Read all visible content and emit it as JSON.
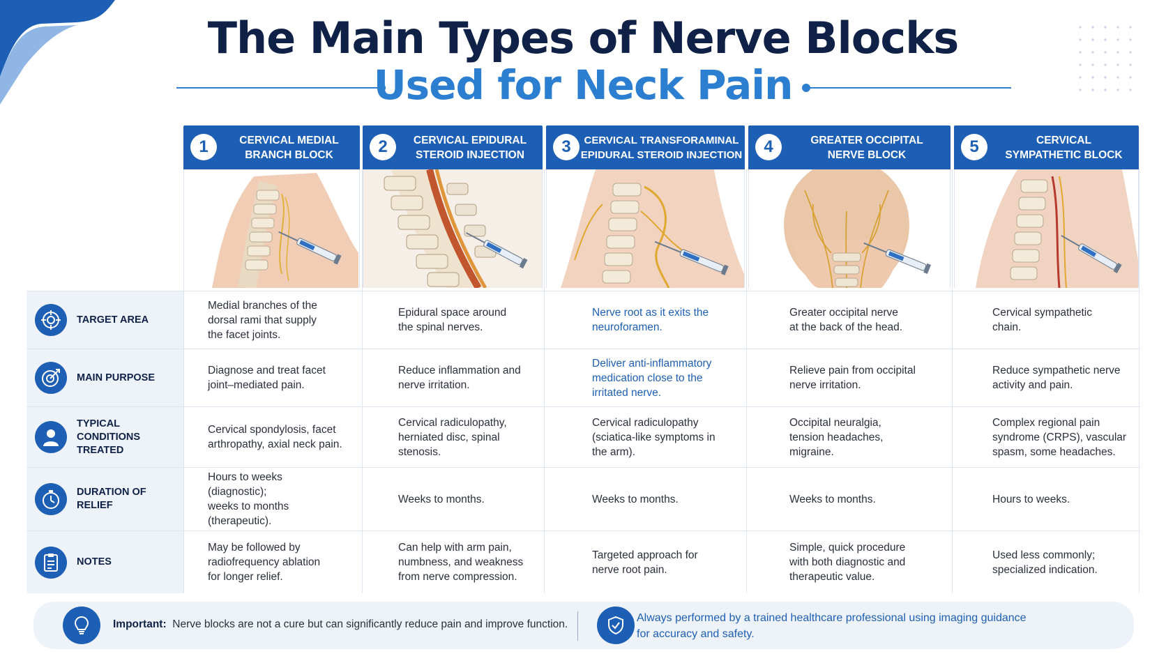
{
  "title": "The Main Types of Nerve Blocks",
  "subtitle": "Used for Neck Pain",
  "colors": {
    "primary": "#1d5fb4",
    "accent": "#2b7ed0",
    "navy": "#0f2146",
    "row_bg": "#eef3fa"
  },
  "columns": [
    {
      "number": "1",
      "title": "CERVICAL MEDIAL\nBRANCH BLOCK",
      "image": "neck-spine-illustration"
    },
    {
      "number": "2",
      "title": "CERVICAL EPIDURAL\nSTEROID INJECTION",
      "image": "spinal-canal-illustration"
    },
    {
      "number": "3",
      "title": "CERVICAL TRANSFORAMINAL\nEPIDURAL STEROID INJECTION",
      "image": "nerve-root-illustration"
    },
    {
      "number": "4",
      "title": "GREATER OCCIPITAL\nNERVE BLOCK",
      "image": "back-of-head-illustration"
    },
    {
      "number": "5",
      "title": "CERVICAL\nSYMPATHETIC BLOCK",
      "image": "sympathetic-chain-illustration"
    }
  ],
  "rows": [
    {
      "label": "TARGET AREA",
      "icon": "target-icon",
      "cells": [
        "Medial branches of the\ndorsal rami that supply\nthe facet joints.",
        "Epidural space around\nthe spinal nerves.",
        "Nerve root as it exits the\nneuroforamen.",
        "Greater occipital nerve\nat the back of the head.",
        "Cervical sympathetic\nchain."
      ]
    },
    {
      "label": "MAIN PURPOSE",
      "icon": "bullseye-icon",
      "cells": [
        "Diagnose and treat facet\njoint–mediated pain.",
        "Reduce inflammation and\nnerve irritation.",
        "Deliver anti-inflammatory\nmedication close to the\nirritated nerve.",
        "Relieve pain from occipital\nnerve irritation.",
        "Reduce sympathetic nerve\nactivity and pain."
      ]
    },
    {
      "label": "TYPICAL CONDITIONS\nTREATED",
      "icon": "person-icon",
      "cells": [
        "Cervical spondylosis, facet\narthropathy, axial neck pain.",
        "Cervical radiculopathy,\nherniated disc, spinal\nstenosis.",
        "Cervical radiculopathy\n(sciatica-like symptoms in\nthe arm).",
        "Occipital neuralgia,\ntension headaches,\nmigraine.",
        "Complex regional pain\nsyndrome (CRPS), vascular\nspasm, some headaches."
      ]
    },
    {
      "label": "DURATION OF\nRELIEF",
      "icon": "stopwatch-icon",
      "cells": [
        "Hours to weeks\n(diagnostic);\nweeks to months\n(therapeutic).",
        "Weeks to months.",
        "Weeks to months.",
        "Weeks to months.",
        "Hours to weeks."
      ]
    },
    {
      "label": "NOTES",
      "icon": "clipboard-icon",
      "cells": [
        "May be followed by\nradiofrequency ablation\nfor longer relief.",
        "Can help with arm pain,\nnumbness, and weakness\nfrom nerve compression.",
        "Targeted approach for\nnerve root pain.",
        "Simple, quick procedure\nwith both diagnostic and\ntherapeutic value.",
        "Used less commonly;\nspecialized indication."
      ]
    }
  ],
  "footer": {
    "important_label": "Important:",
    "important_text": "Nerve blocks are not a cure but can significantly reduce pain and improve function.",
    "right_text": "Always performed by a trained healthcare professional using imaging guidance\nfor accuracy and safety.",
    "left_icon": "lightbulb-icon",
    "right_icon": "shield-icon"
  }
}
